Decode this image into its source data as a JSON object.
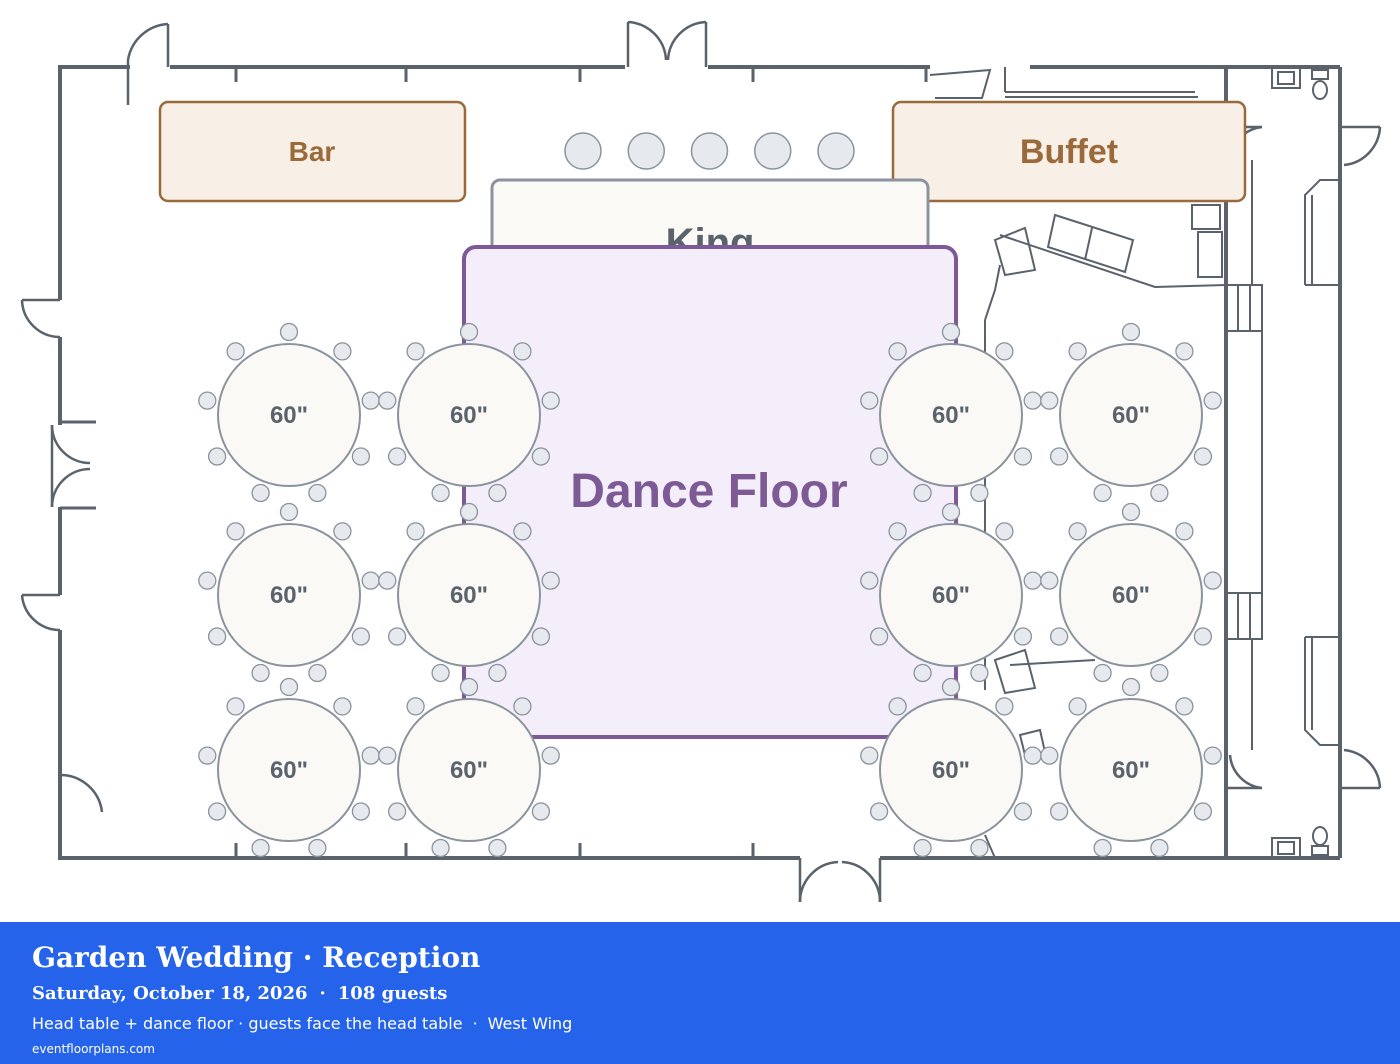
{
  "plan": {
    "bar_label": "Bar",
    "buffet_label": "Buffet",
    "head_table_label": "King",
    "dance_floor_label": "Dance Floor",
    "table_label": "60\"",
    "round_table_count": 12,
    "seats_per_table": 9,
    "head_table_seats": 5,
    "colors": {
      "walls": "#5a626c",
      "service_fill": "#f8efe7",
      "service_stroke": "#9a6a3a",
      "dance_fill": "#f3eefa",
      "dance_stroke": "#7d5a95",
      "table_fill": "#faf9f6",
      "table_stroke": "#8a939e",
      "chair_fill": "#e6e9ee",
      "label": "#5a626c"
    }
  },
  "footer": {
    "title": "Garden Wedding · Reception",
    "date": "Saturday, October 18, 2026",
    "sep": "·",
    "guests": "108 guests",
    "layout_note": "Head table + dance floor · guests face the head table",
    "venue_area": "West Wing",
    "site": "eventfloorplans.com",
    "background": "#2563eb"
  }
}
